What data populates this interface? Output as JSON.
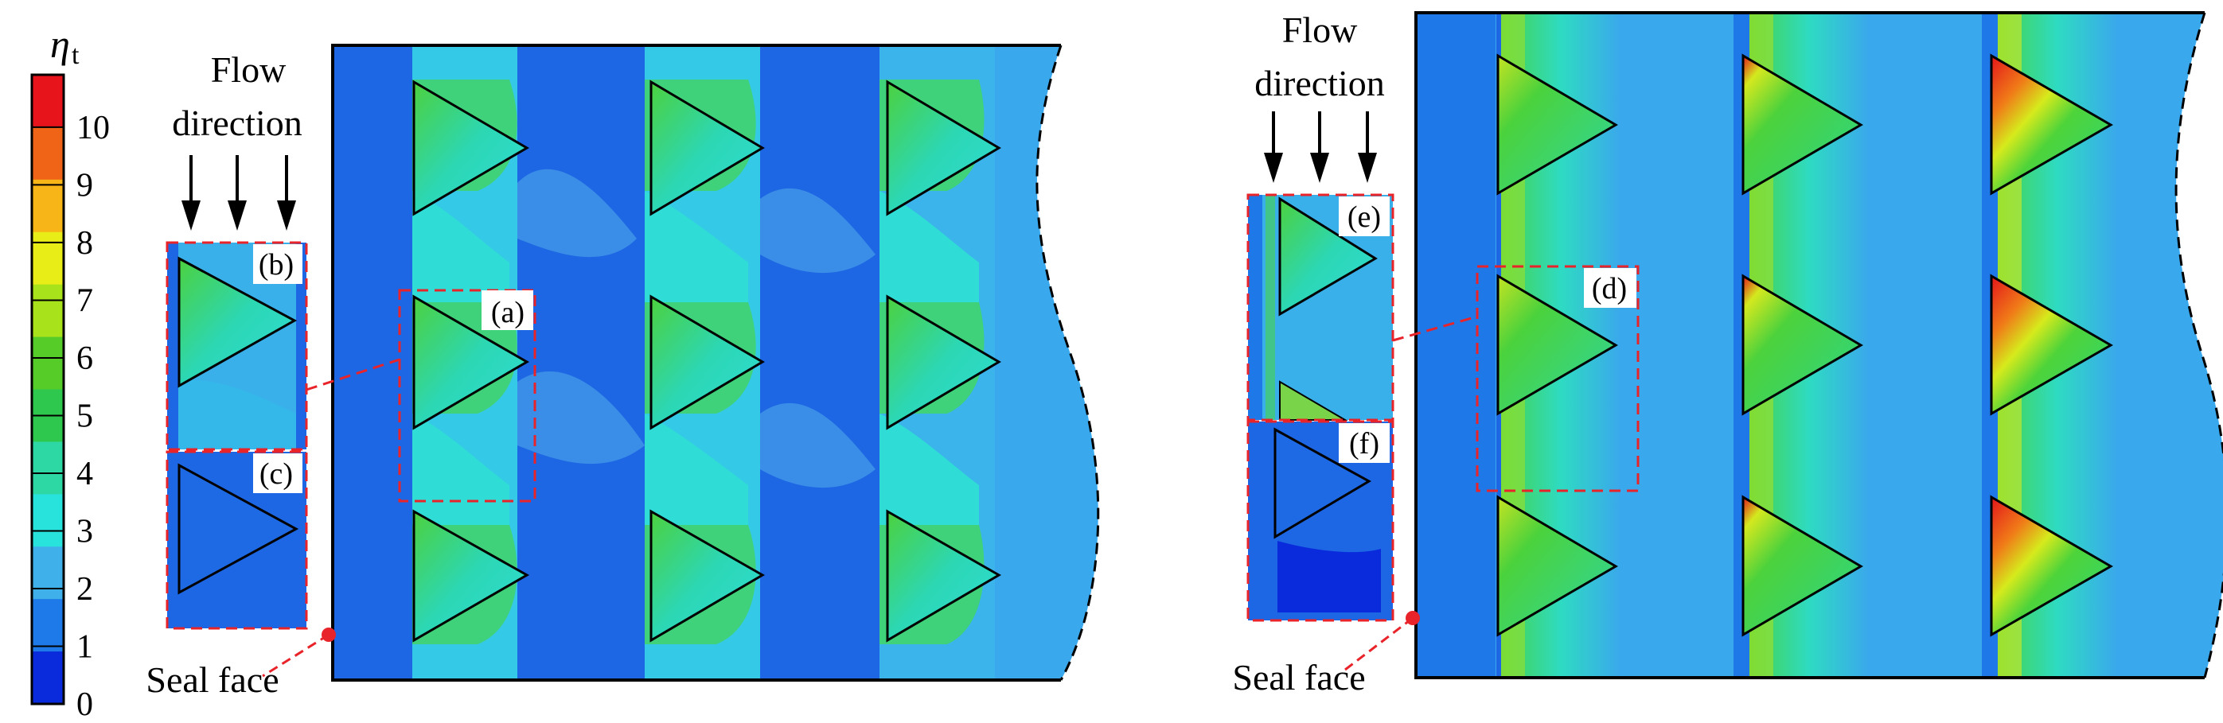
{
  "colorbar": {
    "symbol": "η",
    "subscript": "t",
    "ticks": [
      "10",
      "9",
      "8",
      "7",
      "6",
      "5",
      "4",
      "3",
      "2",
      "1",
      "0"
    ],
    "colors": [
      "#e8141c",
      "#f06418",
      "#f7b517",
      "#e8ec17",
      "#a8e21a",
      "#55cc28",
      "#2fc84e",
      "#2ed8a4",
      "#28e2dc",
      "#3fb0ea",
      "#1d7ae8",
      "#0a2bdc"
    ]
  },
  "labels": {
    "flow_line1": "Flow",
    "flow_line2": "direction",
    "seal_face": "Seal face",
    "a": "(a)",
    "b": "(b)",
    "c": "(c)",
    "d": "(d)",
    "e": "(e)",
    "f": "(f)"
  },
  "colors": {
    "channel_dark": "#1e67e4",
    "base_light": "#3aa8ec",
    "cyan": "#2fdcd6",
    "green": "#40d256",
    "yellow_green": "#a6e324",
    "red": "#e3151b",
    "highlight_box": "#e8242a"
  }
}
